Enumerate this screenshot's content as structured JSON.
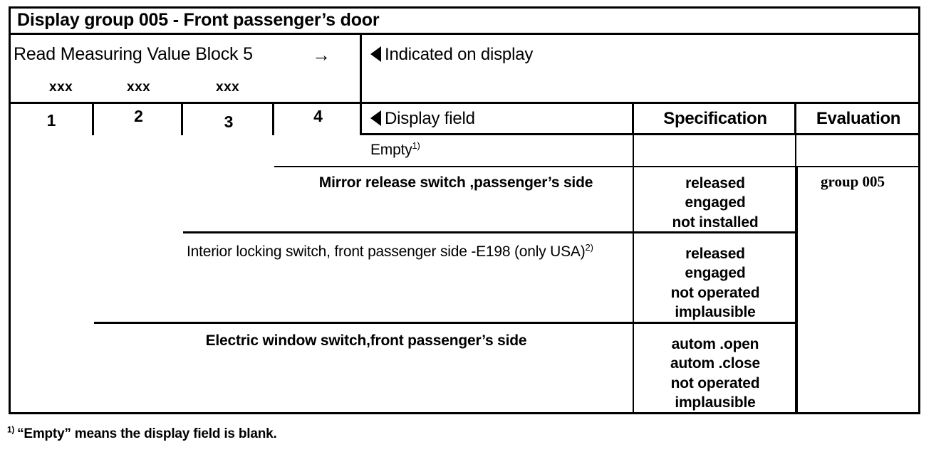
{
  "document": {
    "title": "Display group 005 - Front passenger’s door"
  },
  "block_header": {
    "read_label": "Read Measuring Value Block 5",
    "arrow_right": "→",
    "indicated_label": "Indicated on display",
    "placeholders": [
      "xxx",
      "xxx",
      "xxx"
    ]
  },
  "columns": {
    "numbered": [
      "1",
      "2",
      "3",
      "4"
    ],
    "display_field": "Display field",
    "specification": "Specification",
    "evaluation": "Evaluation"
  },
  "rows": [
    {
      "id": "empty",
      "display_field": "Empty",
      "footnote": "1)",
      "bold": false,
      "specification": [],
      "evaluation": ""
    },
    {
      "id": "mirror-release-switch",
      "display_field": "Mirror release switch ,passenger’s side",
      "footnote": "",
      "bold": true,
      "specification": [
        "released",
        "engaged",
        "not installed"
      ],
      "evaluation": "group 005"
    },
    {
      "id": "interior-locking-switch",
      "display_field": "Interior locking switch, front passenger side -E198 (only USA)",
      "footnote": "2)",
      "bold": false,
      "specification": [
        "released",
        "engaged",
        "not operated",
        "implausible"
      ],
      "evaluation": ""
    },
    {
      "id": "electric-window-switch",
      "display_field": "Electric window switch,front passenger’s side",
      "footnote": "",
      "bold": true,
      "specification": [
        "autom .open",
        "autom .close",
        "not operated",
        "implausible"
      ],
      "evaluation": ""
    }
  ],
  "footnotes": [
    {
      "marker": "1)",
      "text": "“Empty” means the display field is blank."
    }
  ],
  "colors": {
    "ink": "#000000",
    "paper": "#ffffff"
  }
}
